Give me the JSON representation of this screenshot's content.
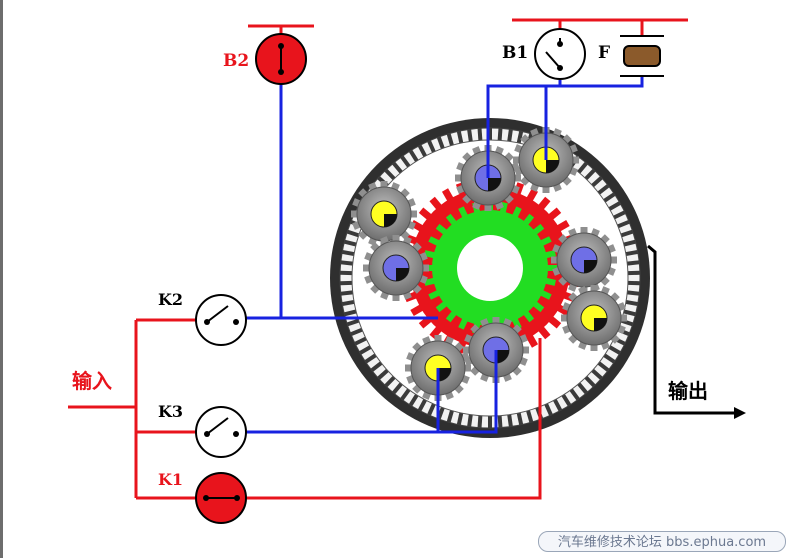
{
  "labels": {
    "b2": "B2",
    "b1": "B1",
    "f": "F",
    "k2": "K2",
    "k3": "K3",
    "k1": "K1",
    "input": "输入",
    "output": "输出"
  },
  "watermark": "汽车维修技术论坛 bbs.ephua.com",
  "colors": {
    "red": "#e8141c",
    "blue": "#1722e0",
    "green": "#22dd22",
    "gear_gray": "#8f8f8f",
    "ring_dark": "#3a3a3a",
    "planet_blue": "#6f6fe6",
    "planet_yellow": "#ffff22",
    "black": "#000000"
  }
}
